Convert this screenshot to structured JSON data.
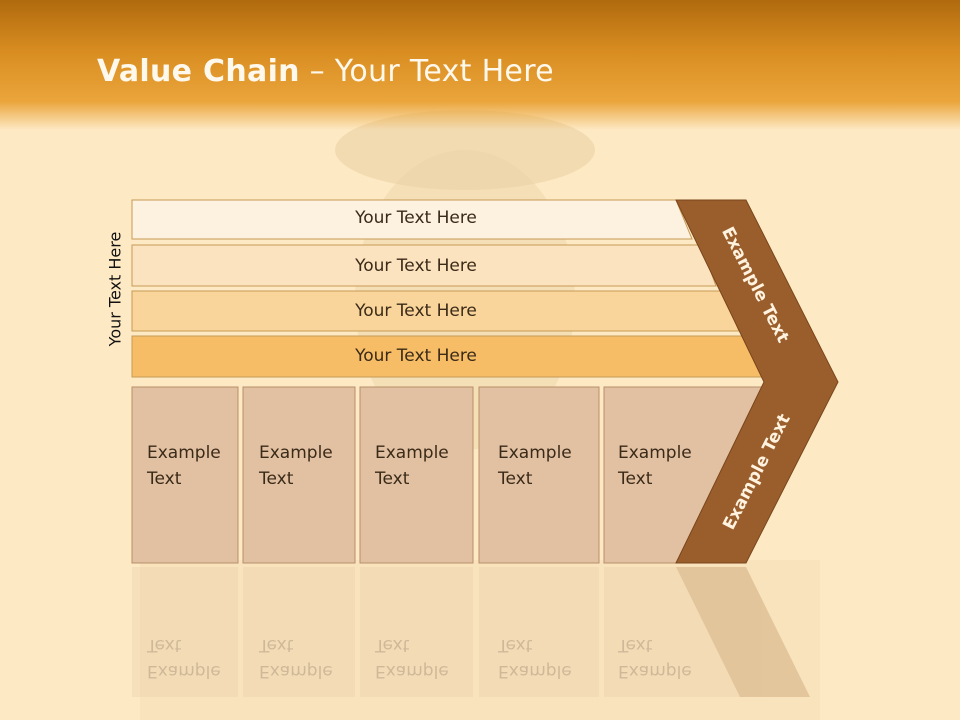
{
  "title": {
    "bold": "Value Chain",
    "rest": " – Your Text Here"
  },
  "side_label": "Your Text Here",
  "rows": [
    {
      "label": "Your Text Here",
      "color": "#fdf1e0"
    },
    {
      "label": "Your Text Here",
      "color": "#fce3bf"
    },
    {
      "label": "Your Text Here",
      "color": "#fad59b"
    },
    {
      "label": "Your Text Here",
      "color": "#f6bd66"
    }
  ],
  "columns": [
    {
      "label": "Example Text"
    },
    {
      "label": "Example Text"
    },
    {
      "label": "Example Text"
    },
    {
      "label": "Example Text"
    },
    {
      "label": "Example Text"
    }
  ],
  "chevron": {
    "top_label": "Example Text",
    "bottom_label": "Example Text",
    "color": "#9a5e2c"
  },
  "colors": {
    "column_fill": "#e2c1a3",
    "row_border": "#c79a55",
    "background": "#fde9c4"
  }
}
